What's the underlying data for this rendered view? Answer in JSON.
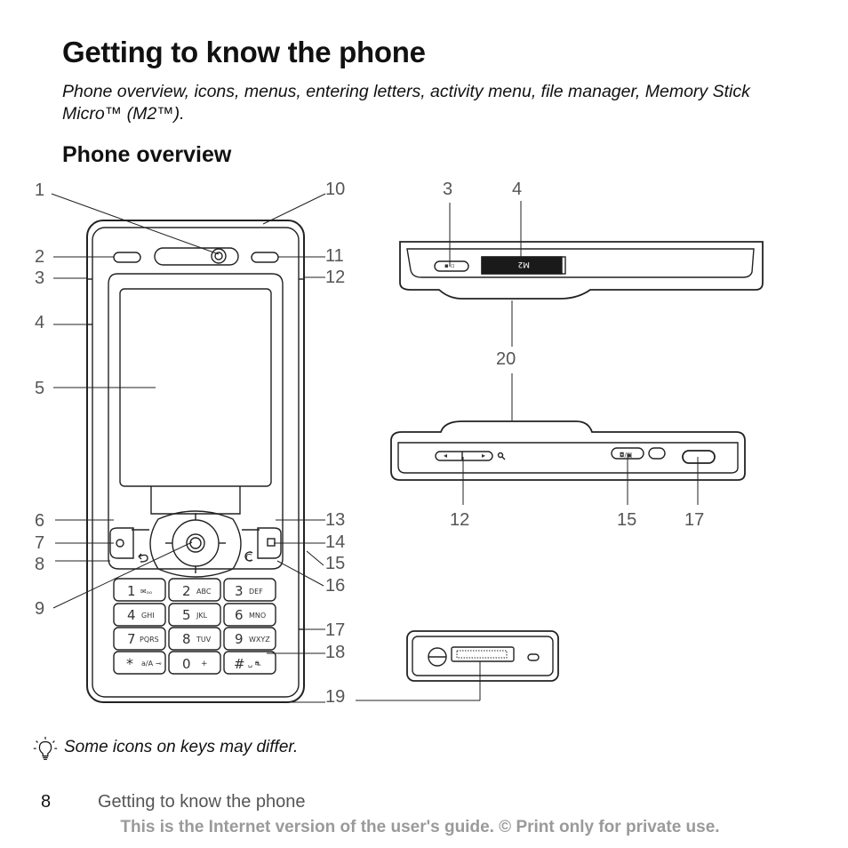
{
  "page": {
    "title": "Getting to know the phone",
    "subtitle": "Phone overview, icons, menus, entering letters, activity menu, file manager, Memory Stick Micro™ (M2™).",
    "section_title": "Phone overview",
    "tip_text": "Some icons on keys may differ.",
    "page_number": "8",
    "running_head": "Getting to know the phone",
    "footer": "This is the Internet version of the user's guide. © Print only for private use."
  },
  "callouts": {
    "c1": "1",
    "c2": "2",
    "c3": "3",
    "c4": "4",
    "c5": "5",
    "c6": "6",
    "c7": "7",
    "c8": "8",
    "c9": "9",
    "c10": "10",
    "c11": "11",
    "c12": "12",
    "c13": "13",
    "c14": "14",
    "c15": "15",
    "c16": "16",
    "c17": "17",
    "c18": "18",
    "c19": "19",
    "c20": "20",
    "top3": "3",
    "top4": "4",
    "bot12": "12",
    "bot15": "15",
    "bot17": "17"
  },
  "keypad": {
    "k1": "1",
    "k1s": "",
    "k2": "2",
    "k2s": "ABC",
    "k3": "3",
    "k3s": "DEF",
    "k4": "4",
    "k4s": "GHI",
    "k5": "5",
    "k5s": "JKL",
    "k6": "6",
    "k6s": "MNO",
    "k7": "7",
    "k7s": "PQRS",
    "k8": "8",
    "k8s": "TUV",
    "k9": "9",
    "k9s": "WXYZ",
    "kstar": "*",
    "kstars": "a/A",
    "k0": "0",
    "k0s": "+",
    "khash": "#",
    "khashs": ""
  },
  "phone_labels": {
    "memory_stick": "M2",
    "clear_key": "C"
  },
  "icons": [
    "lightbulb-tip-icon",
    "camera-lens-icon",
    "zoom-icon",
    "back-icon",
    "clear-icon",
    "internet-icon",
    "activity-menu-icon"
  ]
}
